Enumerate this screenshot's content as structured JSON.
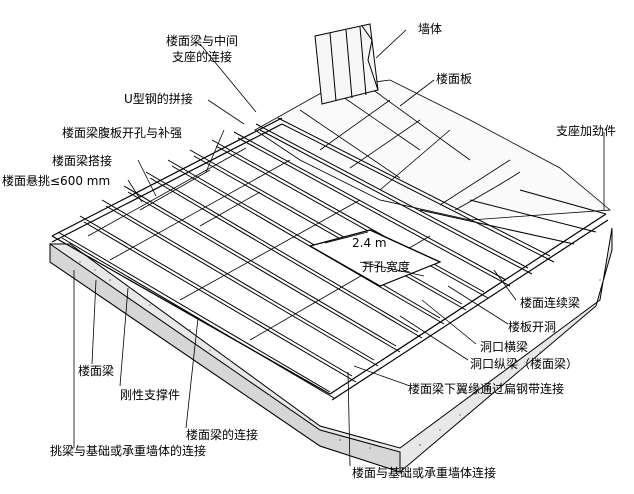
{
  "labels": {
    "wall": "墙体",
    "floor_panel": "楼面板",
    "beam_to_mid_support_1": "楼面梁与中间",
    "beam_to_mid_support_2": "支座的连接",
    "u_steel_splice": "U型钢的拼接",
    "web_opening": "楼面梁腹板开孔与补强",
    "beam_lap": "楼面梁搭接",
    "cantilever": "楼面悬挑≤600 mm",
    "support_stiffener": "支座加劲件",
    "dim_24m": "2.4 m",
    "opening_width": "开孔宽度",
    "continuous_beam": "楼面连续梁",
    "slab_opening": "楼板开洞",
    "opening_cross_beam": "洞口横梁",
    "opening_long_beam": "洞口纵梁（楼面梁）",
    "floor_beam": "楼面梁",
    "flange_strap": "楼面梁下翼缘通过扁钢带连接",
    "rigid_brace": "刚性支撑件",
    "beam_connection": "楼面梁的连接",
    "cantilever_connection": "挑梁与基础或承重墙体的连接",
    "floor_foundation_connection": "楼面与基础或承重墙体连接"
  }
}
